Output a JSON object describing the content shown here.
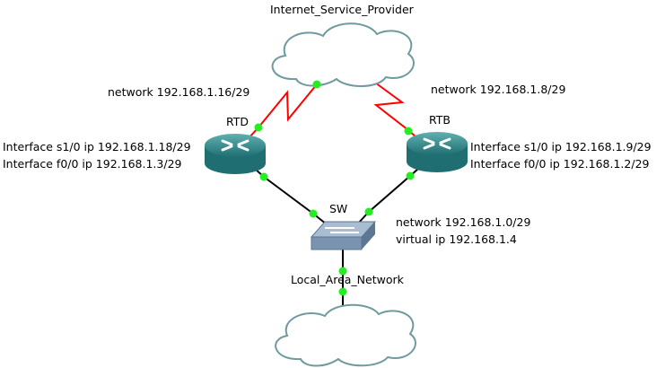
{
  "nodes": {
    "isp": {
      "label": "Internet_Service_Provider"
    },
    "lan": {
      "label": "Local_Area_Network"
    },
    "rtd": {
      "label": "RTD",
      "iface1": "Interface s1/0 ip 192.168.1.18/29",
      "iface2": "Interface f0/0 ip 192.168.1.3/29"
    },
    "rtb": {
      "label": "RTB",
      "iface1": "Interface s1/0 ip 192.168.1.9/29",
      "iface2": "Interface f0/0 ip 192.168.1.2/29"
    },
    "sw": {
      "label": "SW",
      "network": "network 192.168.1.0/29",
      "virtual_ip": "virtual ip 192.168.1.4"
    }
  },
  "links": {
    "rtd_isp": "network 192.168.1.16/29",
    "rtb_isp": "network 192.168.1.8/29"
  },
  "colors": {
    "serial": "#ff0000",
    "ethernet": "#000000",
    "port": "#22ee22",
    "router": "#2e8a8a",
    "switch": "#7a93b0",
    "cloud": "#6f9aa0"
  }
}
